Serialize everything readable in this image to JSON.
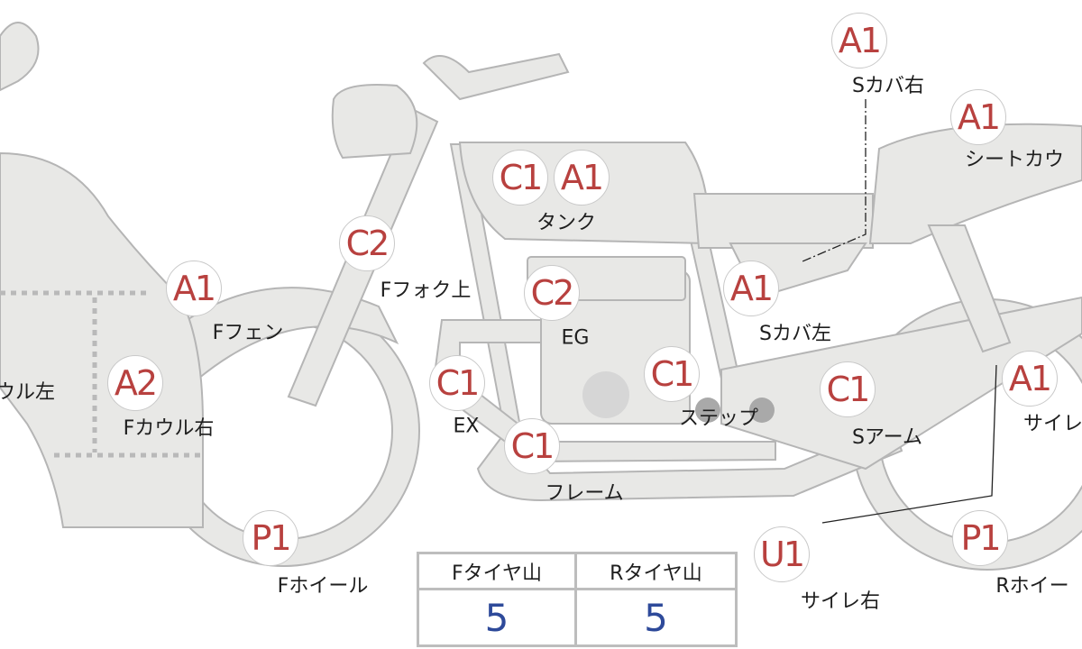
{
  "colors": {
    "part_fill": "#e8e8e6",
    "part_stroke": "#b5b5b5",
    "badge_text": "#b8413f",
    "value_text": "#2e4a9a"
  },
  "markers": [
    {
      "code": "A1",
      "label": "Sカバ右"
    },
    {
      "code": "A1",
      "label": "シートカウ"
    },
    {
      "code": "C1",
      "label": ""
    },
    {
      "code": "A1",
      "label": "タンク"
    },
    {
      "code": "C2",
      "label": "Fフォク上"
    },
    {
      "code": "A1",
      "label": "Fフェン"
    },
    {
      "code": "C2",
      "label": "EG"
    },
    {
      "code": "A1",
      "label": "Sカバ左"
    },
    {
      "code": "A2",
      "label": "Fカウル右"
    },
    {
      "code": "C1",
      "label": "EX"
    },
    {
      "code": "C1",
      "label": "ステップ"
    },
    {
      "code": "C1",
      "label": "Sアーム"
    },
    {
      "code": "A1",
      "label": "サイレ"
    },
    {
      "code": "C1",
      "label": "フレーム"
    },
    {
      "code": "P1",
      "label": "Fホイール"
    },
    {
      "code": "U1",
      "label": "サイレ右"
    },
    {
      "code": "P1",
      "label": "Rホイー"
    }
  ],
  "extra_label": "ウル左",
  "tire_table": {
    "headers": [
      "Fタイヤ山",
      "Rタイヤ山"
    ],
    "values": [
      "5",
      "5"
    ]
  }
}
